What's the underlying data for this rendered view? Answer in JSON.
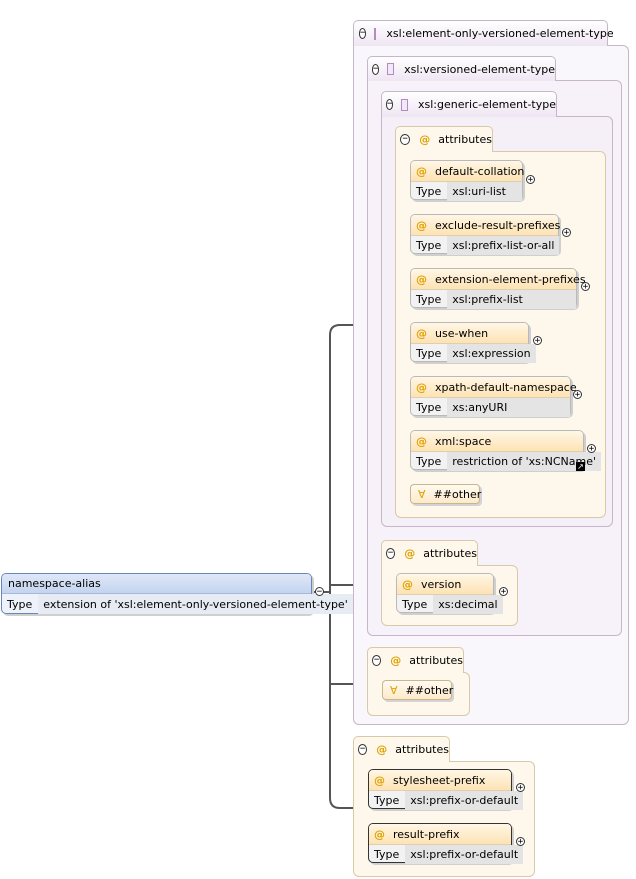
{
  "root_element": {
    "name": "namespace-alias",
    "type_label": "Type",
    "type_value": "extension of 'xsl:element-only-versioned-element-type'"
  },
  "complex_types": [
    {
      "name": "xsl:element-only-versioned-element-type"
    },
    {
      "name": "xsl:versioned-element-type"
    },
    {
      "name": "xsl:generic-element-type"
    }
  ],
  "attribute_group_label": "attributes",
  "generic_attributes": [
    {
      "name": "default-collation",
      "type": "xsl:uri-list"
    },
    {
      "name": "exclude-result-prefixes",
      "type": "xsl:prefix-list-or-all"
    },
    {
      "name": "extension-element-prefixes",
      "type": "xsl:prefix-list"
    },
    {
      "name": "use-when",
      "type": "xsl:expression"
    },
    {
      "name": "xpath-default-namespace",
      "type": "xs:anyURI"
    },
    {
      "name": "xml:space",
      "type": "restriction of 'xs:NCName'"
    }
  ],
  "any_attribute_label": "##other",
  "versioned_attributes": [
    {
      "name": "version",
      "type": "xs:decimal"
    }
  ],
  "own_attributes": [
    {
      "name": "stylesheet-prefix",
      "type": "xsl:prefix-or-default"
    },
    {
      "name": "result-prefix",
      "type": "xsl:prefix-or-default"
    }
  ],
  "type_label": "Type",
  "icons": {
    "collapse": "minus-circle-icon",
    "expand": "plus-circle-icon",
    "complex_type": "purple-square-icon",
    "attribute": "at-sign-icon",
    "any_attribute": "any-symbol-icon",
    "link": "arrow-link-icon"
  }
}
